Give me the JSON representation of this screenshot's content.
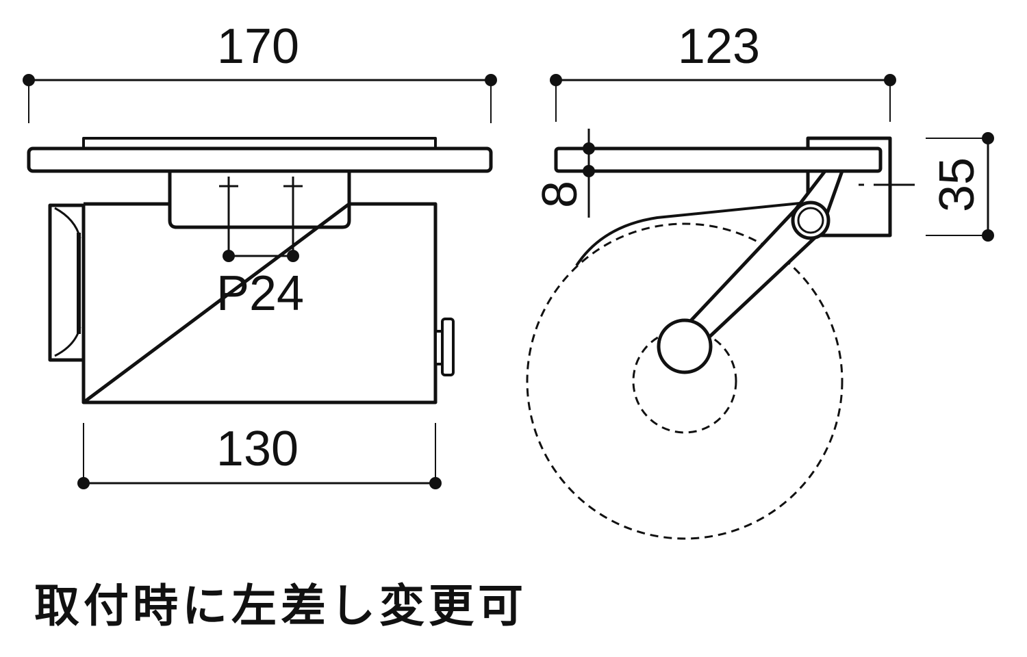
{
  "front_view": {
    "dim_overall_width": "170",
    "dim_body_width": "130",
    "dim_screw_pitch": "P24"
  },
  "side_view": {
    "dim_depth": "123",
    "dim_plate_thickness": "8",
    "dim_bracket_height": "35"
  },
  "note": "取付時に左差し変更可",
  "colors": {
    "line": "#111111",
    "background": "#ffffff"
  }
}
